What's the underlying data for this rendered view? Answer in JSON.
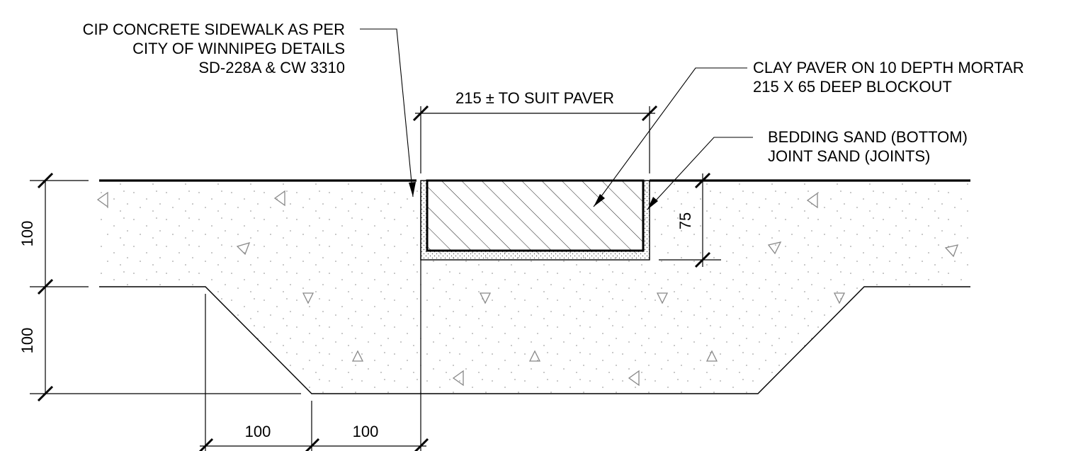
{
  "notes": {
    "sidewalk": [
      "CIP CONCRETE SIDEWALK AS PER",
      "CITY OF WINNIPEG DETAILS",
      "SD-228A & CW 3310"
    ],
    "paver": [
      "CLAY PAVER ON 10 DEPTH MORTAR",
      "215 X 65 DEEP BLOCKOUT"
    ],
    "sand": [
      "BEDDING SAND (BOTTOM)",
      "JOINT SAND (JOINTS)"
    ]
  },
  "dimensions": {
    "paver_width": "215 ± TO SUIT PAVER",
    "blockout_depth": "75",
    "slab_thickness": "100",
    "thickened_depth": "100",
    "taper_run": "100",
    "taper_offset": "100"
  }
}
